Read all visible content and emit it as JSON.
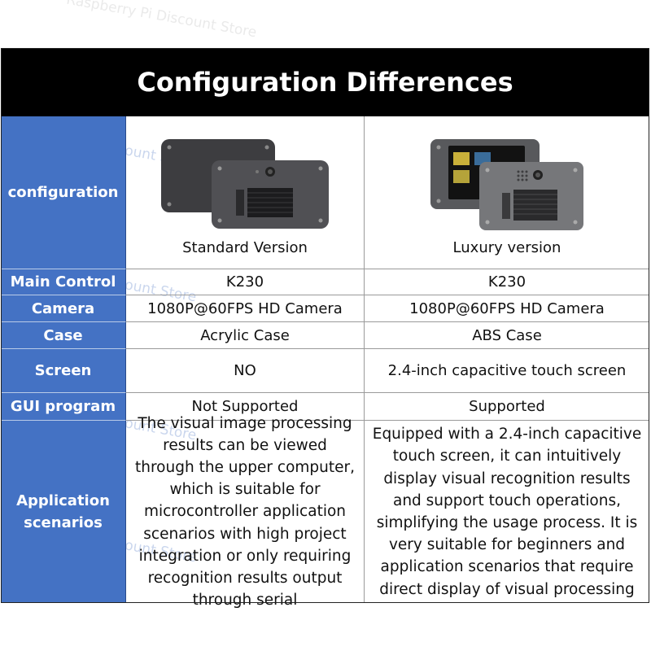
{
  "title": "Configuration Differences",
  "watermark": "Raspberry Pi Discount Store",
  "rows": {
    "configuration": {
      "label": "configuration",
      "standard": "Standard Version",
      "luxury": "Luxury version"
    },
    "main_control": {
      "label": "Main Control",
      "standard": "K230",
      "luxury": "K230"
    },
    "camera": {
      "label": "Camera",
      "standard": "1080P@60FPS HD Camera",
      "luxury": "1080P@60FPS HD Camera"
    },
    "case": {
      "label": "Case",
      "standard": "Acrylic Case",
      "luxury": "ABS Case"
    },
    "screen": {
      "label": "Screen",
      "standard": "NO",
      "luxury": "2.4-inch capacitive touch screen"
    },
    "gui": {
      "label": "GUI program",
      "standard": "Not Supported",
      "luxury": "Supported"
    },
    "application": {
      "label_line1": "Application",
      "label_line2": "scenarios",
      "standard": "The visual image processing results can be viewed through the upper computer, which is suitable for microcontroller application scenarios with high project integration or only requiring recognition results output through serial",
      "luxury": "Equipped with a 2.4-inch capacitive touch screen, it can intuitively display visual recognition results and support touch operations, simplifying the usage process. It is very suitable for beginners and application scenarios that require direct display of visual processing"
    }
  },
  "colors": {
    "header_bg": "#000000",
    "label_bg": "#4472c4",
    "label_text": "#ffffff"
  }
}
